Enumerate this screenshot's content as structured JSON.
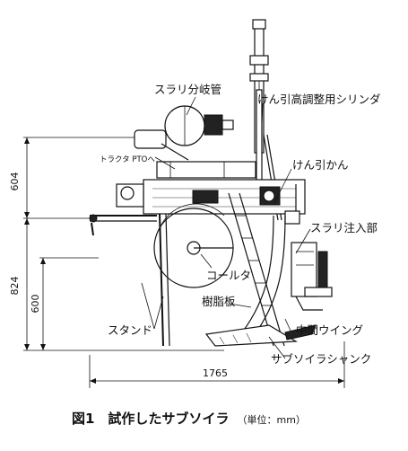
{
  "labels": {
    "slurry_branch_pipe": "スラリ分岐管",
    "depth_adjust_cylinder": "けん引高調整用シリンダ",
    "tractor_pto": "トラクタ PTOへ",
    "tow_rod": "けん引かん",
    "slurry_inlet": "スラリ注入部",
    "coulter": "コールタ",
    "resin_plate": "樹脂板",
    "stand": "スタンド",
    "middle_wing": "中間ウイング",
    "subsoiler_shank": "サブソイラシャンク"
  },
  "dimensions": {
    "upper_height": "604",
    "total_height": "824",
    "lower_height": "600",
    "length": "1765"
  },
  "caption": {
    "title": "図1　試作したサブソイラ",
    "unit": "（単位：mm）"
  }
}
